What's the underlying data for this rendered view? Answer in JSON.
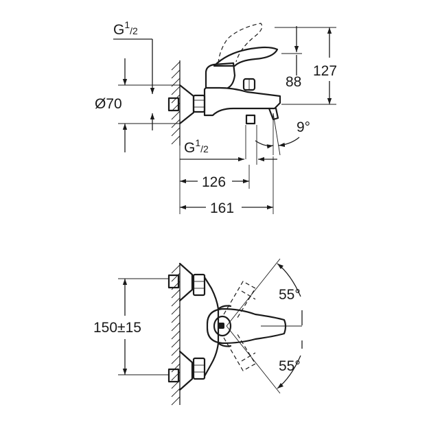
{
  "labels": {
    "thread_top": {
      "base": "G",
      "sup": "1",
      "sub": "/2"
    },
    "thread_bottom": {
      "base": "G",
      "sup": "1",
      "sub": "/2"
    },
    "diameter": "Ø70",
    "height_spout": "88",
    "height_total": "127",
    "angle_spout": "9°",
    "length_inner": "126",
    "length_outer": "161",
    "spacing": "150±15",
    "angle_upper": "55°",
    "angle_lower": "55°"
  }
}
